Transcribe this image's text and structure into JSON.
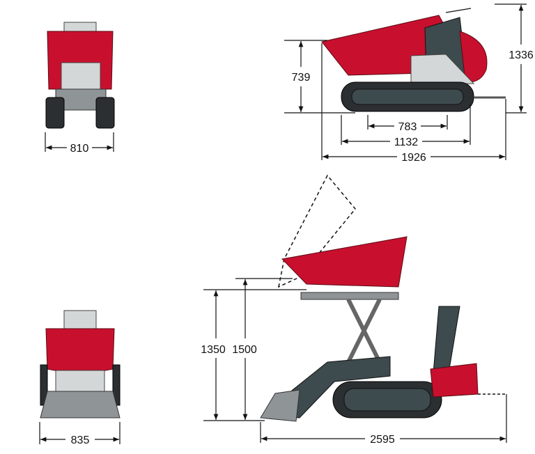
{
  "views": {
    "front": {
      "width_label": "810"
    },
    "side": {
      "height_hopper_label": "739",
      "height_total_label": "1336",
      "track_contact_label": "783",
      "track_length_label": "1132",
      "length_label": "1926"
    },
    "rear": {
      "width_label": "835"
    },
    "high_tip": {
      "tip_height_label": "1350",
      "max_height_label": "1500",
      "length_label": "2595"
    }
  },
  "colors": {
    "body": "#c8102e",
    "frame": "#8f9497",
    "track": "#2b2f31"
  }
}
